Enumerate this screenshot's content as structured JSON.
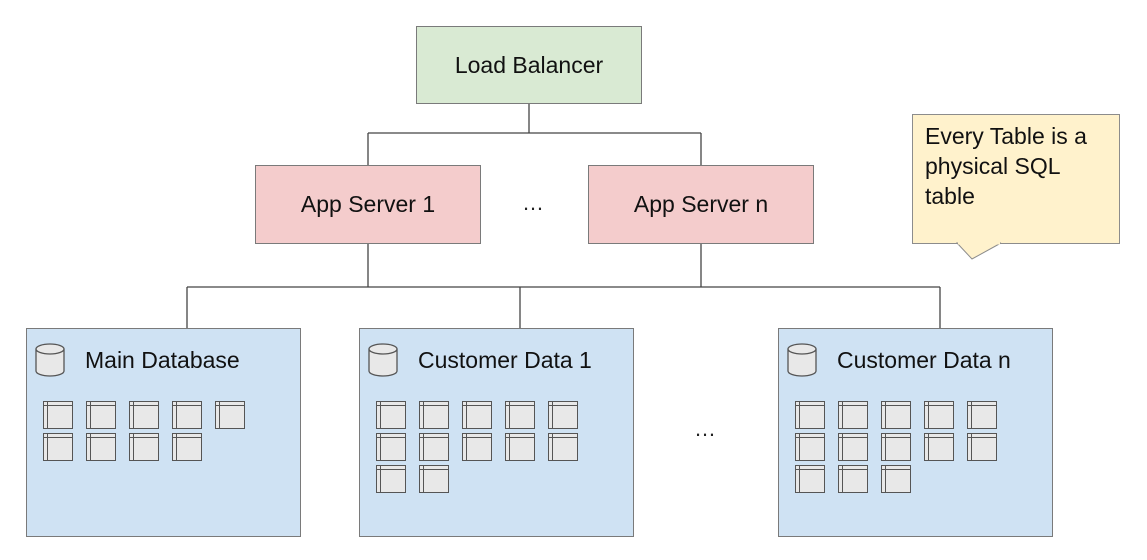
{
  "load_balancer": {
    "label": "Load Balancer"
  },
  "app_servers": {
    "first": "App Server 1",
    "ellipsis": "…",
    "last": "App Server n"
  },
  "note": {
    "text": "Every Table is a physical SQL table"
  },
  "databases": [
    {
      "title": "Main Database",
      "table_count": 9,
      "icon": "database-icon"
    },
    {
      "title": "Customer Data 1",
      "table_count": 12,
      "icon": "database-icon"
    },
    {
      "title": "Customer Data n",
      "table_count": 13,
      "icon": "database-icon"
    }
  ],
  "db_ellipsis": "…",
  "colors": {
    "load_balancer": "#d9ead3",
    "app_server": "#f4cccc",
    "database": "#cfe2f3",
    "note": "#fff2cc"
  }
}
